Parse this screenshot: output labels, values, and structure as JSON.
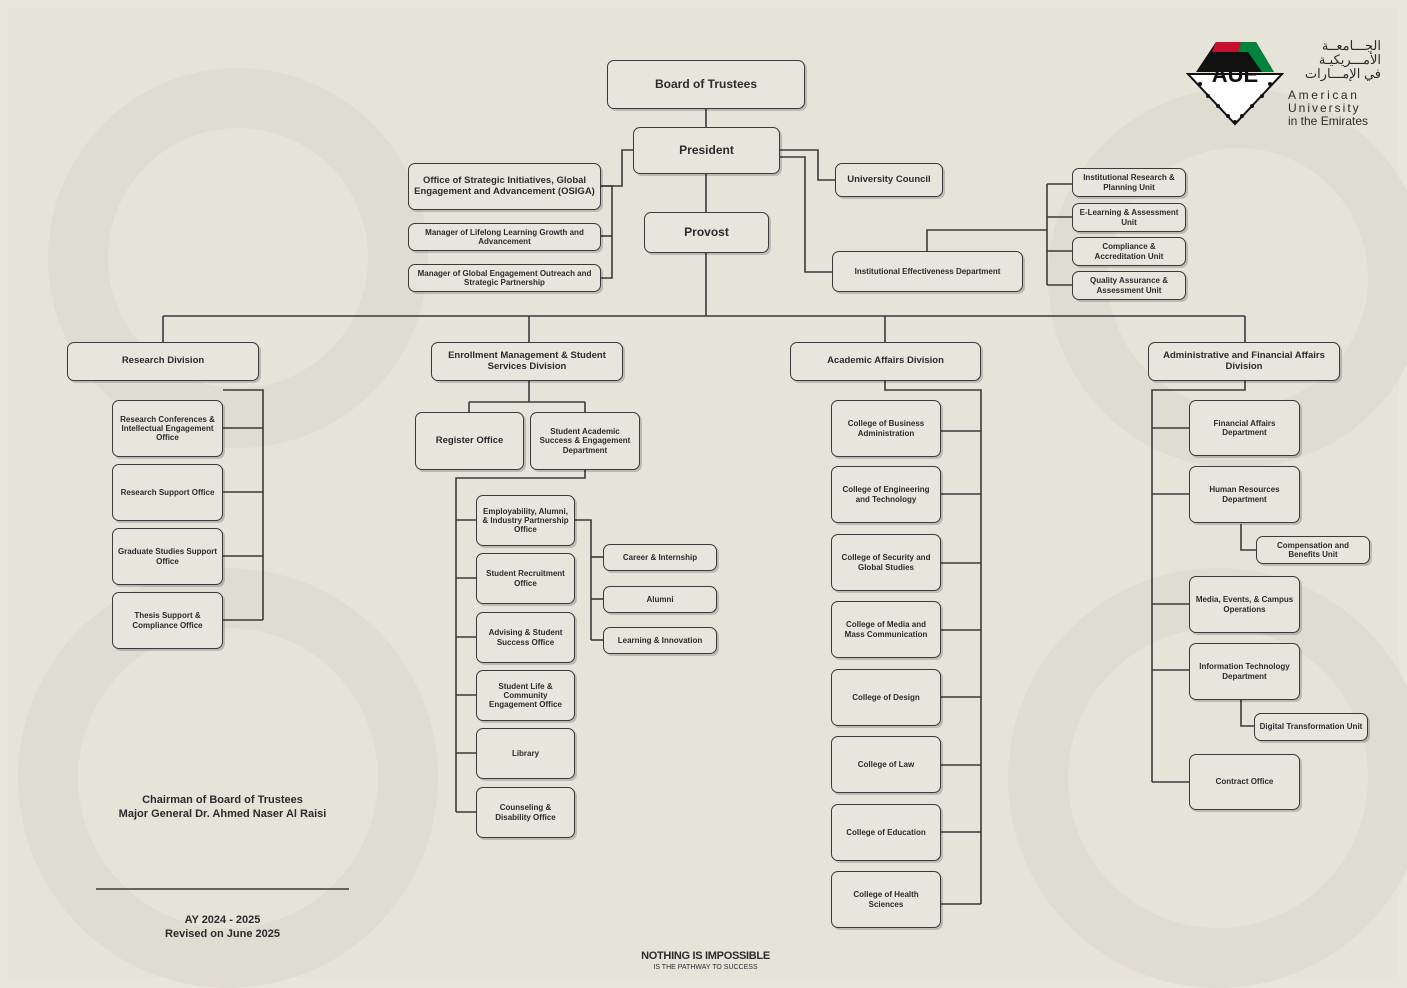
{
  "top": {
    "board": "Board of Trustees",
    "president": "President",
    "provost": "Provost",
    "university_council": "University Council",
    "osiga": "Office of Strategic Initiatives, Global Engagement and Advancement (OSIGA)",
    "lifelong": "Manager of Lifelong Learning Growth and Advancement",
    "global_engagement": "Manager of Global Engagement Outreach and Strategic Partnership",
    "ied": "Institutional Effectiveness Department"
  },
  "ied_units": [
    "Institutional Research & Planning Unit",
    "E-Learning & Assessment Unit",
    "Compliance & Accreditation Unit",
    "Quality Assurance & Assessment Unit"
  ],
  "divisions": {
    "research": "Research Division",
    "enrollment": "Enrollment Management & Student Services Division",
    "academic": "Academic Affairs Division",
    "admin": "Administrative and Financial Affairs Division"
  },
  "research_offices": [
    "Research Conferences & Intellectual Engagement Office",
    "Research Support Office",
    "Graduate Studies Support Office",
    "Thesis Support & Compliance Office"
  ],
  "enrollment": {
    "register": "Register Office",
    "saseed": "Student Academic Success & Engagement Department",
    "offices": [
      "Employability, Alumni, & Industry Partnership Office",
      "Student Recruitment Office",
      "Advising & Student Success Office",
      "Student Life & Community Engagement Office",
      "Library",
      "Counseling & Disability Office"
    ],
    "sub_units": [
      "Career & Internship",
      "Alumni",
      "Learning & Innovation"
    ]
  },
  "colleges": [
    "College of Business Administration",
    "College of Engineering and Technology",
    "College of Security and Global Studies",
    "College of Media and Mass Communication",
    "College of Design",
    "College of Law",
    "College of Education",
    "College of Health Sciences"
  ],
  "admin": {
    "departments": [
      "Financial Affairs Department",
      "Human Resources Department",
      "Media, Events, & Campus Operations",
      "Information Technology Department",
      "Contract Office"
    ],
    "compensation": "Compensation and Benefits Unit",
    "digital": "Digital Transformation Unit"
  },
  "footer": {
    "chairman_title": "Chairman of Board of Trustees",
    "chairman_name": "Major General Dr. Ahmed Naser Al Raisi",
    "ay": "AY 2024 - 2025",
    "revised": "Revised on June 2025",
    "slogan": "NOTHING IS IMPOSSIBLE",
    "slogan_sub": "IS THE PATHWAY TO SUCCESS"
  },
  "logo": {
    "abbr": "AUE",
    "arabic_1": "الجـــامعــة",
    "arabic_2": "الأمـــريكيـة",
    "arabic_3": "في الإمـــارات",
    "english_1": "American",
    "english_2": "University",
    "english_3": "in the Emirates",
    "colors": {
      "red": "#c8102e",
      "green": "#00843d",
      "black": "#111111"
    }
  }
}
